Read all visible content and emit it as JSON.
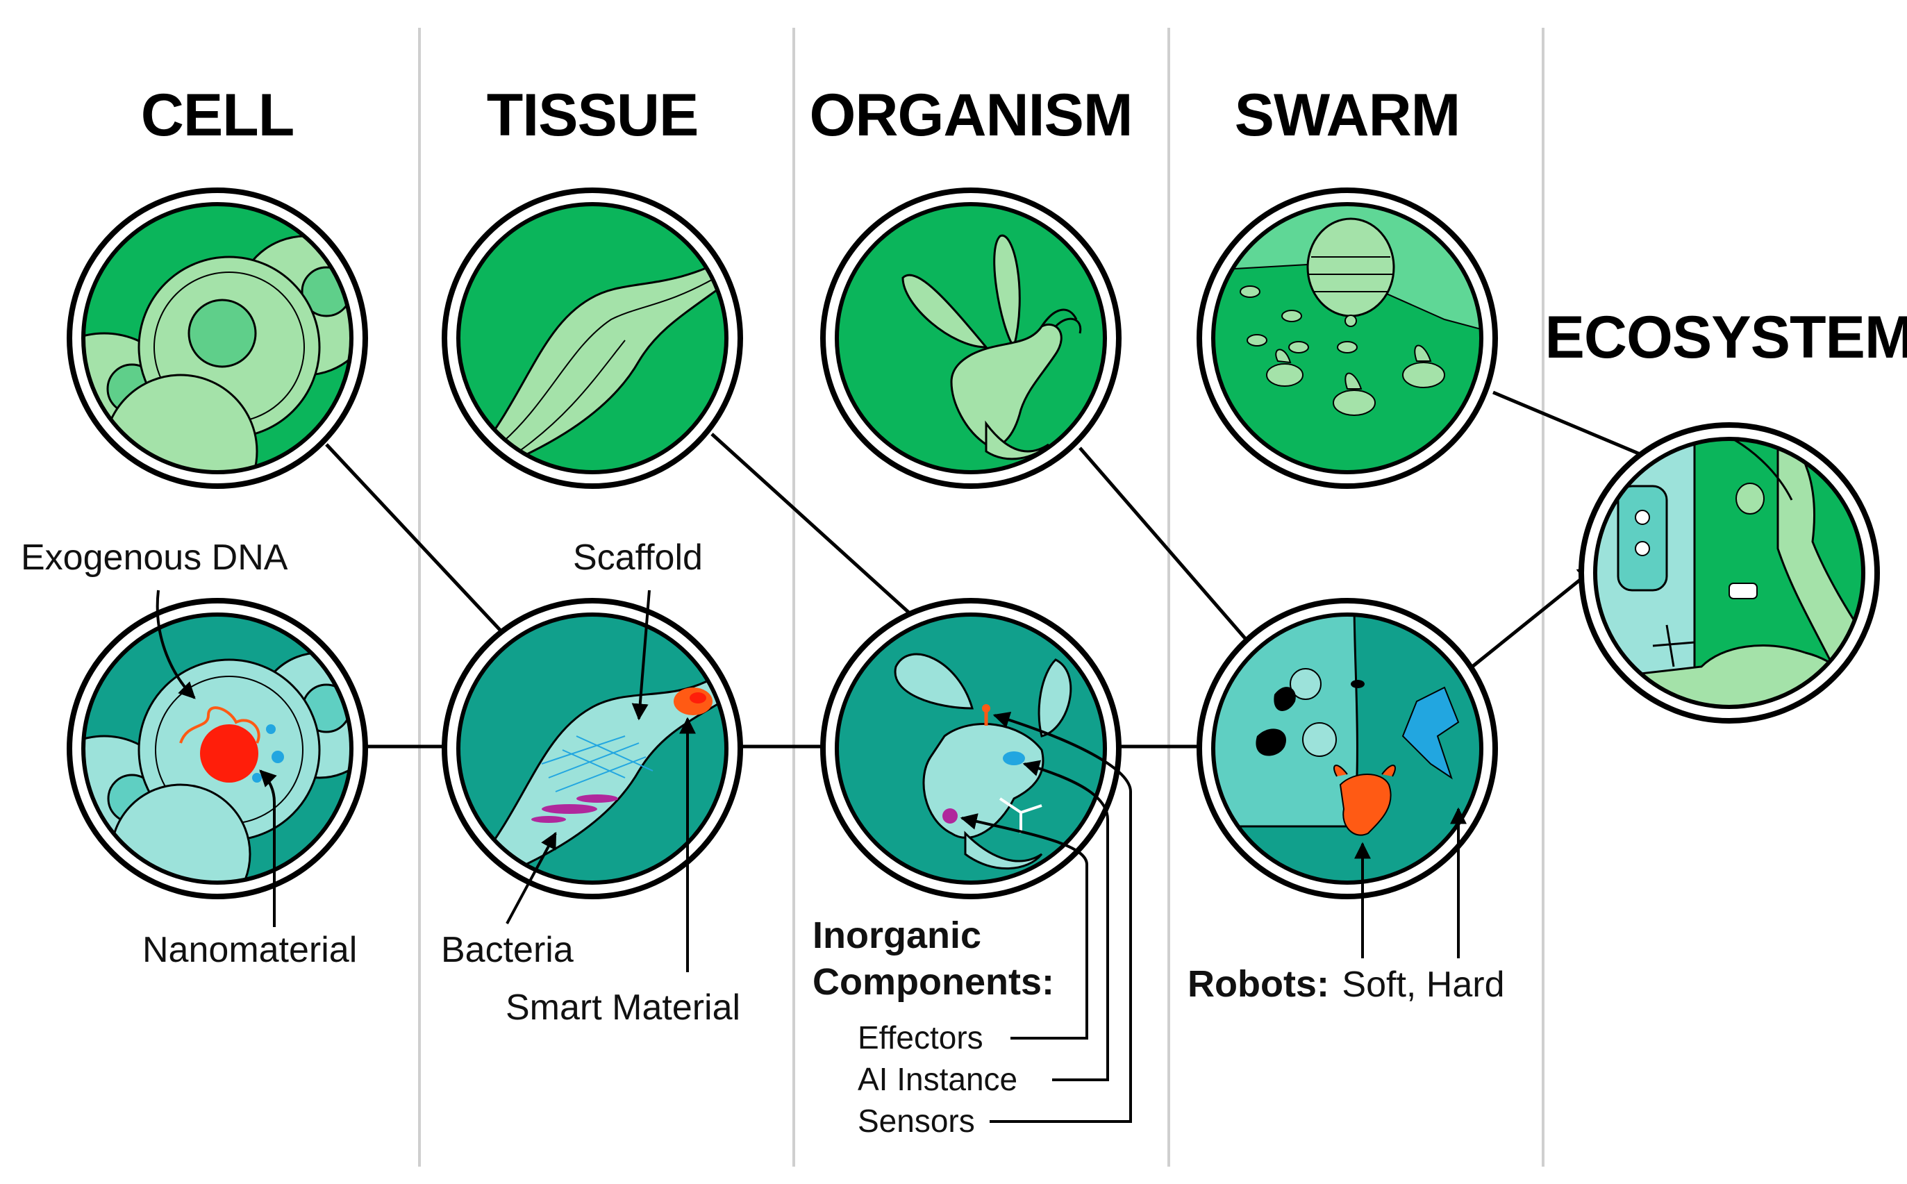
{
  "columns": {
    "cell": "CELL",
    "tissue": "TISSUE",
    "organism": "ORGANISM",
    "swarm": "SWARM",
    "ecosystem": "ECOSYSTEM"
  },
  "labels": {
    "exogenous_dna": "Exogenous DNA",
    "nanomaterial": "Nanomaterial",
    "scaffold": "Scaffold",
    "bacteria": "Bacteria",
    "smart_material": "Smart Material",
    "inorganic_line1": "Inorganic",
    "inorganic_line2": "Components:",
    "effectors": "Effectors",
    "ai_instance": "AI Instance",
    "sensors": "Sensors",
    "robots_bold": "Robots:",
    "robots_types": "Soft, Hard"
  },
  "colors": {
    "biological_green": "#0bb55b",
    "biological_light": "#a4e2a9",
    "hybrid_teal": "#11a08c",
    "hybrid_light": "#9ce2da",
    "accent_red": "#ff1e0a",
    "accent_orange": "#ff5a14",
    "accent_magenta": "#b0289c",
    "accent_blue": "#22a6e0"
  }
}
